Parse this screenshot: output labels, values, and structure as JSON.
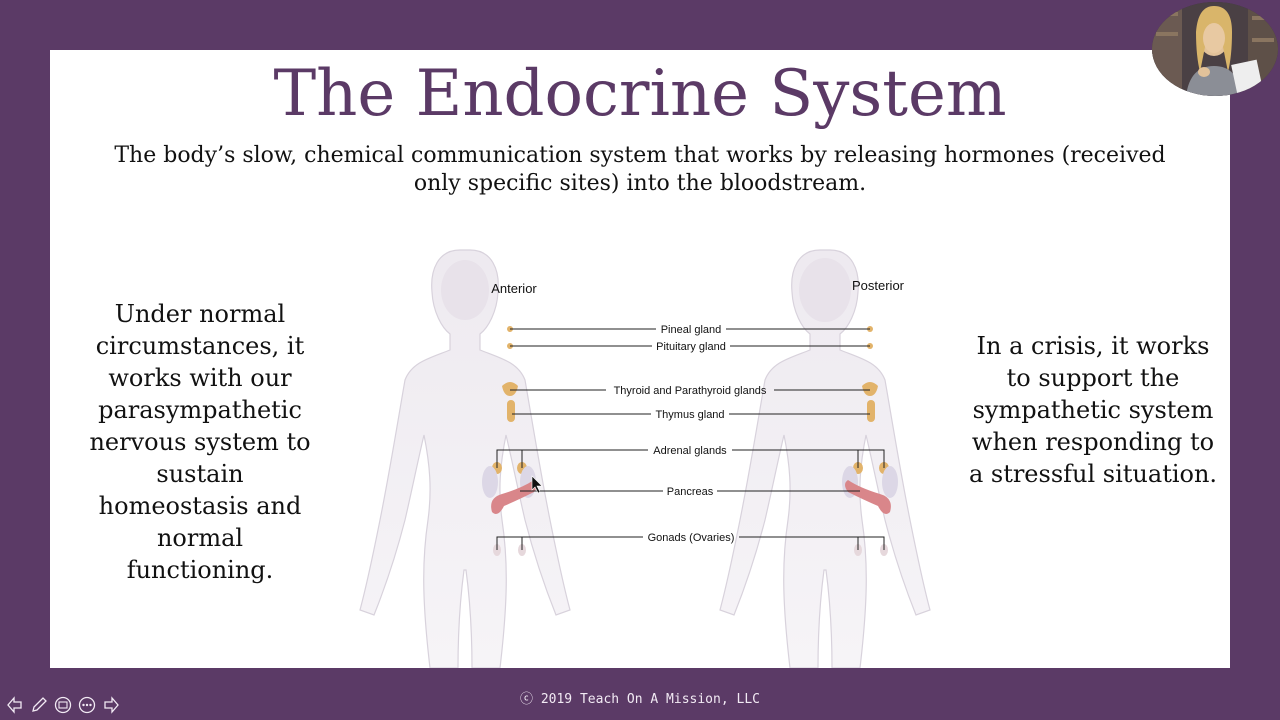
{
  "slide": {
    "title": "The Endocrine System",
    "subtitle": "The body’s slow, chemical communication system that works by releasing hormones (received only specific sites) into the bloodstream.",
    "left_text": "Under normal circumstances, it works with our parasympathetic nervous system to sustain homeostasis and normal functioning.",
    "right_text": "In a crisis, it works to support the sympathetic system when responding to a stressful situation."
  },
  "figure": {
    "anterior_label": "Anterior",
    "posterior_label": "Posterior",
    "glands": [
      "Pineal gland",
      "Pituitary gland",
      "Thyroid and Parathyroid glands",
      "Thymus gland",
      "Adrenal glands",
      "Pancreas",
      "Gonads (Ovaries)"
    ]
  },
  "footer": {
    "copyright": "ⓒ 2019 Teach On A Mission, LLC"
  },
  "nav": {
    "icons": [
      "arrow-left-icon",
      "pen-icon",
      "slides-icon",
      "more-icon",
      "arrow-right-icon"
    ]
  },
  "colors": {
    "frame": "#5b3a66",
    "title": "#5b3a66",
    "gland": "#e2b36a",
    "pancreas": "#d9868a"
  }
}
